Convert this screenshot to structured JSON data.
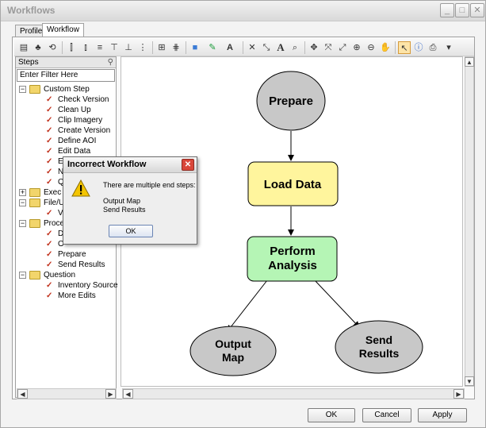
{
  "window": {
    "title": "Workflows"
  },
  "tabs": [
    {
      "label": "Profile"
    },
    {
      "label": "Workflow"
    }
  ],
  "steps_panel": {
    "title": "Steps",
    "filter_value": "Enter Filter Here",
    "tree": [
      {
        "label": "Custom Step",
        "kind": "folder",
        "expander": "−"
      },
      {
        "label": "Check Version",
        "kind": "step"
      },
      {
        "label": "Clean Up",
        "kind": "step"
      },
      {
        "label": "Clip Imagery",
        "kind": "step"
      },
      {
        "label": "Create Version",
        "kind": "step"
      },
      {
        "label": "Define AOI",
        "kind": "step"
      },
      {
        "label": "Edit Data",
        "kind": "step"
      },
      {
        "label": "E",
        "kind": "step"
      },
      {
        "label": "N",
        "kind": "step"
      },
      {
        "label": "Q",
        "kind": "step"
      },
      {
        "label": "Exec",
        "kind": "folder",
        "expander": "+"
      },
      {
        "label": "File/U",
        "kind": "folder",
        "expander": "−"
      },
      {
        "label": "V",
        "kind": "step"
      },
      {
        "label": "Proce",
        "kind": "folder",
        "expander": "−"
      },
      {
        "label": "D",
        "kind": "step"
      },
      {
        "label": "O",
        "kind": "step"
      },
      {
        "label": "Prepare",
        "kind": "step"
      },
      {
        "label": "Send Results",
        "kind": "step"
      },
      {
        "label": "Question",
        "kind": "folder",
        "expander": "−"
      },
      {
        "label": "Inventory Source",
        "kind": "step"
      },
      {
        "label": "More Edits",
        "kind": "step"
      }
    ]
  },
  "diagram": {
    "nodes": [
      {
        "id": "prepare",
        "label_lines": [
          "Prepare"
        ],
        "color": "#c8c8c8"
      },
      {
        "id": "load_data",
        "label_lines": [
          "Load Data"
        ],
        "color": "#fff59d"
      },
      {
        "id": "perform_analysis",
        "label_lines": [
          "Perform",
          "Analysis"
        ],
        "color": "#b5f5b5"
      },
      {
        "id": "output_map",
        "label_lines": [
          "Output",
          "Map"
        ],
        "color": "#c8c8c8"
      },
      {
        "id": "send_results",
        "label_lines": [
          "Send",
          "Results"
        ],
        "color": "#c8c8c8"
      }
    ]
  },
  "dialog": {
    "title": "Incorrect Workflow",
    "message": "There are multiple end steps:",
    "items": [
      "Output Map",
      "Send Results"
    ],
    "ok_label": "OK"
  },
  "footer": {
    "ok_label": "OK",
    "cancel_label": "Cancel",
    "apply_label": "Apply"
  },
  "colors": {
    "check_mark": "#c0301b",
    "folder": "#f2d56b",
    "warning": "#f4c500",
    "accent": "#6a84b3"
  }
}
